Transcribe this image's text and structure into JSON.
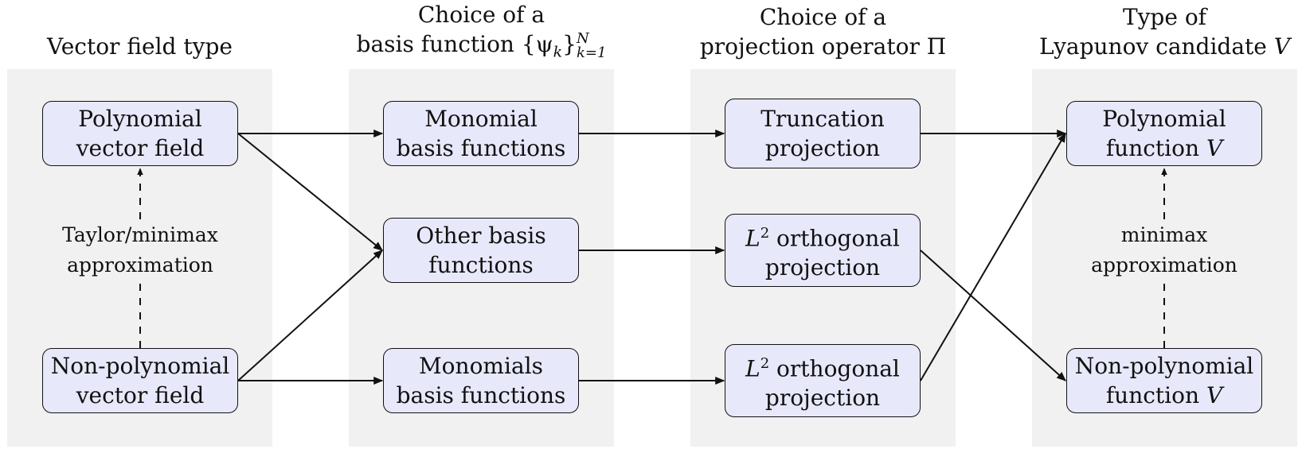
{
  "columns": [
    {
      "title_lines": [
        "",
        "Vector field type"
      ]
    },
    {
      "title_lines": [
        "Choice of a",
        "basis function"
      ],
      "title_math": "{ψ",
      "title_sub": "k",
      "title_close": "}",
      "title_sup2": "N",
      "title_sub2": "k=1"
    },
    {
      "title_lines": [
        "Choice of a",
        "projection operator Π"
      ]
    },
    {
      "title_lines": [
        "Type of",
        "Lyapunov candidate"
      ],
      "title_math": "V"
    }
  ],
  "nodes": {
    "poly_vf": "Polynomial\nvector field",
    "nonpoly_vf": "Non-polynomial\nvector field",
    "monomial_basis": "Monomial\nbasis functions",
    "other_basis": "Other basis\nfunctions",
    "monomials_basis": "Monomials\nbasis functions",
    "truncation": "Truncation\nprojection",
    "l2_mid": {
      "prefix": "L",
      "sup": "2",
      "rest": " orthogonal",
      "line2": "projection"
    },
    "l2_bottom": {
      "prefix": "L",
      "sup": "2",
      "rest": " orthogonal",
      "line2": "projection"
    },
    "poly_v": {
      "line1": "Polynomial",
      "line2": "function",
      "var": "V"
    },
    "nonpoly_v": {
      "line1": "Non-polynomial",
      "line2": "function",
      "var": "V"
    }
  },
  "labels": {
    "taylor": "Taylor/minimax\napproximation",
    "minimax": "minimax\napproximation"
  },
  "colors": {
    "panel": "#f1f1f1",
    "node_fill": "#e8e8fb",
    "stroke": "#111111"
  }
}
